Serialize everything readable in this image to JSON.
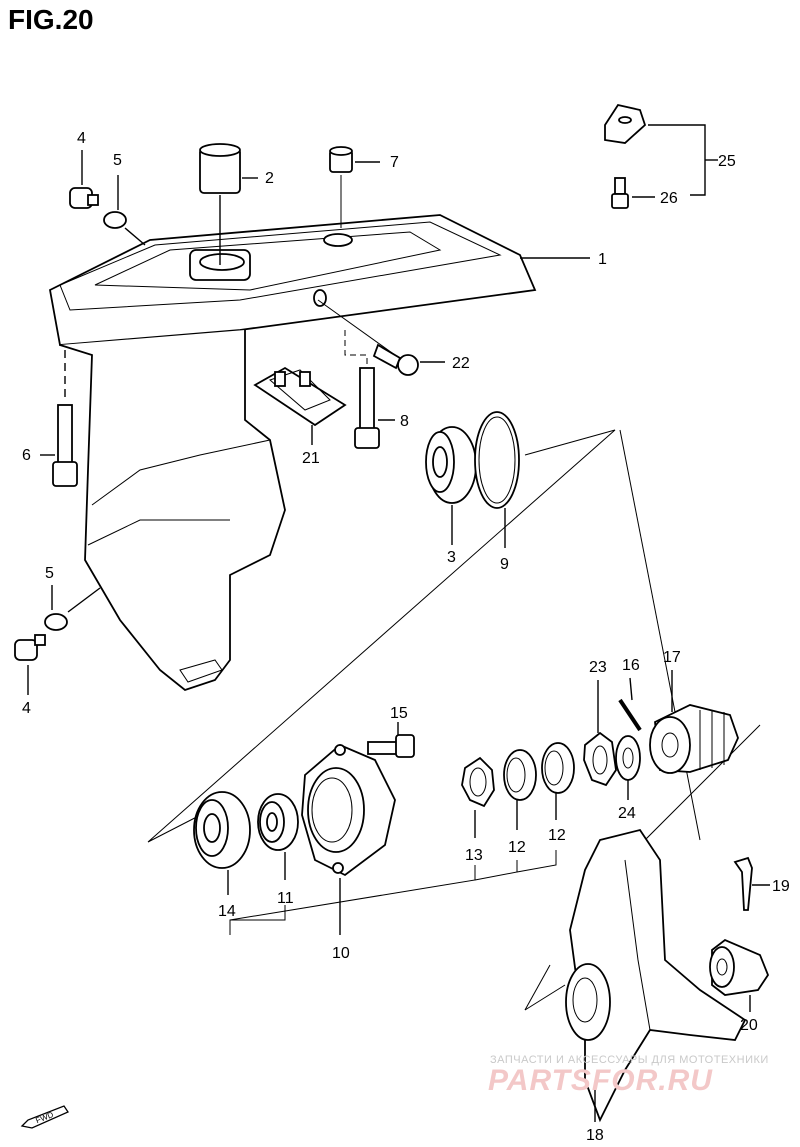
{
  "figure": {
    "title": "FIG.20"
  },
  "callouts": [
    "1",
    "2",
    "3",
    "4",
    "5",
    "6",
    "7",
    "8",
    "9",
    "10",
    "11",
    "12",
    "13",
    "14",
    "15",
    "16",
    "17",
    "18",
    "19",
    "20",
    "21",
    "22",
    "23",
    "24",
    "25",
    "26"
  ],
  "labels": {
    "p1": "1",
    "p2": "2",
    "p3": "3",
    "p4a": "4",
    "p4b": "4",
    "p5a": "5",
    "p5b": "5",
    "p6": "6",
    "p7": "7",
    "p8": "8",
    "p9": "9",
    "p10": "10",
    "p11": "11",
    "p12a": "12",
    "p12b": "12",
    "p13": "13",
    "p14": "14",
    "p15": "15",
    "p16": "16",
    "p17": "17",
    "p18": "18",
    "p19": "19",
    "p20": "20",
    "p21": "21",
    "p22": "22",
    "p23": "23",
    "p24": "24",
    "p25": "25",
    "p26": "26"
  },
  "watermark": {
    "text": "ЗАПЧАСТИ И АКСЕССУАРЫ ДЛЯ МОТОТЕХНИКИ",
    "logo": "PARTSFOR.RU"
  },
  "fwd_marker": "FWD"
}
